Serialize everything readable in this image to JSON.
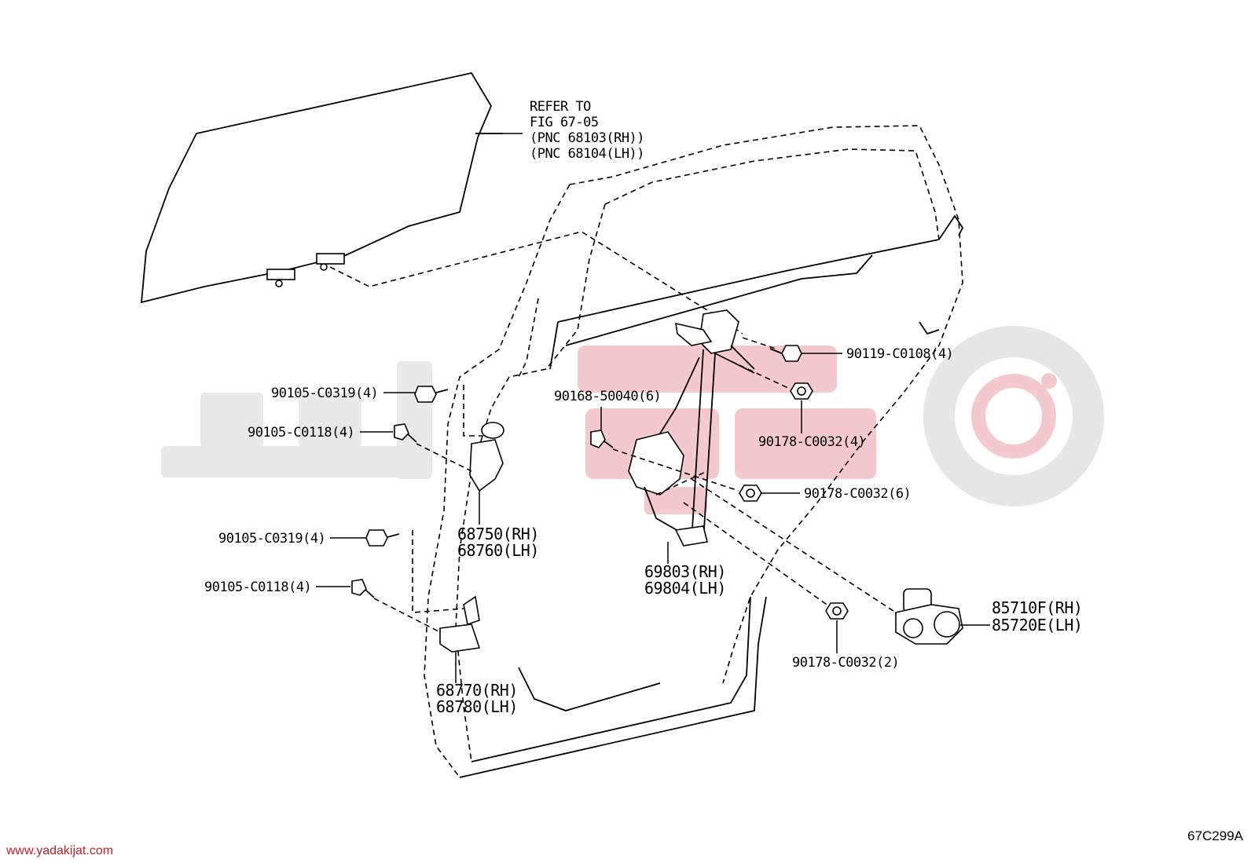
{
  "refer_note": {
    "line1": "REFER TO",
    "line2": "FIG 67-05",
    "line3": "(PNC 68103(RH))",
    "line4": "(PNC 68104(LH))"
  },
  "callouts": {
    "bolt_90119": "90119-C0108(4)",
    "bolt_90105_c0319_upper": "90105-C0319(4)",
    "bolt_90105_c0118_upper": "90105-C0118(4)",
    "bolt_90168": "90168-50040(6)",
    "nut_90178_4": "90178-C0032(4)",
    "nut_90178_6": "90178-C0032(6)",
    "bolt_90105_c0319_lower": "90105-C0319(4)",
    "bolt_90105_c0118_lower": "90105-C0118(4)",
    "nut_90178_2": "90178-C0032(2)",
    "hinge_upper_rh": "68750(RH)",
    "hinge_upper_lh": "68760(LH)",
    "regulator_rh": "69803(RH)",
    "regulator_lh": "69804(LH)",
    "motor_rh": "85710F(RH)",
    "motor_lh": "85720E(LH)",
    "hinge_lower_rh": "68770(RH)",
    "hinge_lower_lh": "68780(LH)"
  },
  "footer": {
    "website": "www.yadakijat.com",
    "figure_code": "67C299A"
  },
  "colors": {
    "line": "#000000",
    "watermark_gray": "#e9e9e9",
    "watermark_red": "#f3c9cd",
    "website_text": "#c0202a"
  }
}
